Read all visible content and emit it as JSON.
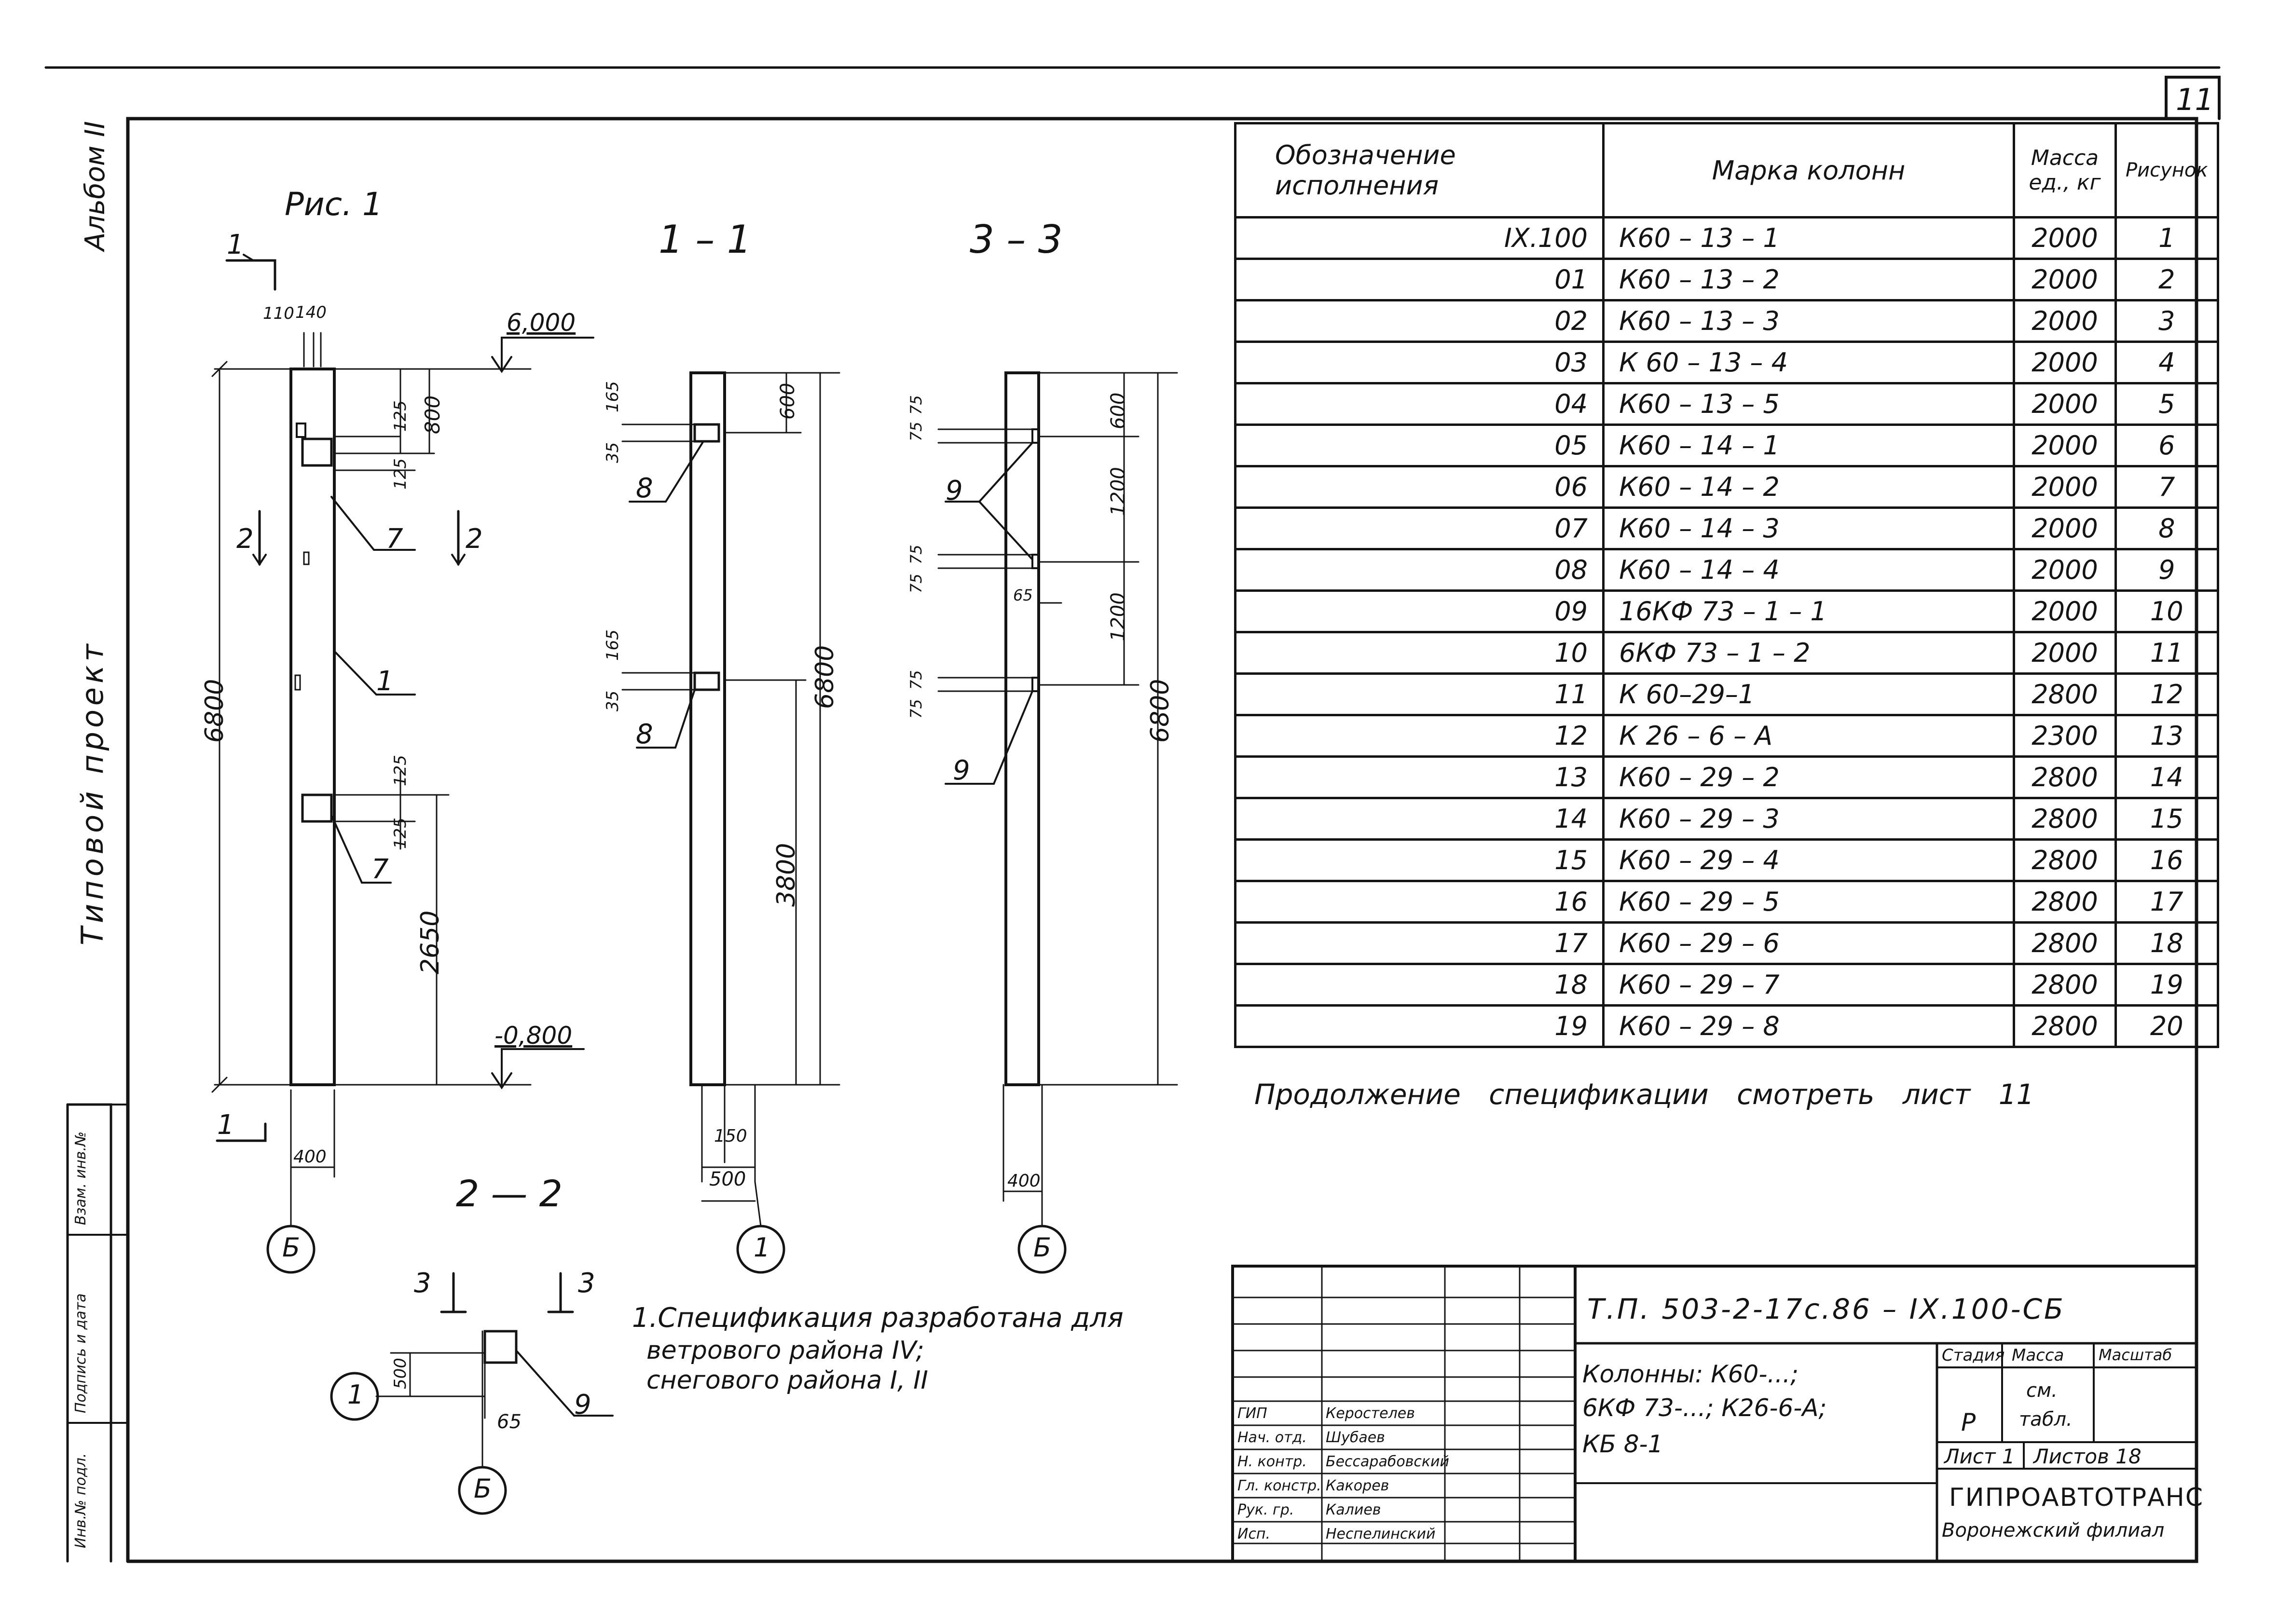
{
  "sheet": {
    "sheet_number": "11",
    "album_label": "Альбом II",
    "project_type_label": "Типовой проект",
    "figure_label": "Рис. 1"
  },
  "drawing": {
    "section_titles": [
      "1 – 1",
      "3 – 3",
      "2 — 2"
    ],
    "elevations": {
      "top": "6,000",
      "bottom": "-0,800"
    },
    "dims_main": [
      "110",
      "140",
      "125",
      "800",
      "125",
      "125",
      "125",
      "6800",
      "2650",
      "400"
    ],
    "dims_s11": [
      "165",
      "600",
      "35",
      "165",
      "35",
      "6800",
      "3800",
      "150",
      "500"
    ],
    "dims_s33": [
      "75",
      "75",
      "600",
      "1200",
      "75",
      "75",
      "65",
      "1200",
      "75",
      "75",
      "6800",
      "400"
    ],
    "dims_s22": [
      "500",
      "65"
    ],
    "callouts": [
      "1",
      "2",
      "2",
      "7",
      "7",
      "8",
      "8",
      "9",
      "9",
      "9",
      "1",
      "3",
      "3"
    ],
    "axis_labels": [
      "Б",
      "1",
      "Б",
      "1",
      "Б"
    ]
  },
  "spec_table": {
    "headers": [
      "Обозначение исполнения",
      "Марка колонн",
      "Масса ед., кг",
      "Рисунок"
    ],
    "rows": [
      {
        "designation": "IX.100",
        "mark": "К60 – 13 – 1",
        "mass": "2000",
        "figure": "1"
      },
      {
        "designation": "01",
        "mark": "К60 – 13 – 2",
        "mass": "2000",
        "figure": "2"
      },
      {
        "designation": "02",
        "mark": "К60 – 13 – 3",
        "mass": "2000",
        "figure": "3"
      },
      {
        "designation": "03",
        "mark": "К 60 – 13 – 4",
        "mass": "2000",
        "figure": "4"
      },
      {
        "designation": "04",
        "mark": "К60 – 13 – 5",
        "mass": "2000",
        "figure": "5"
      },
      {
        "designation": "05",
        "mark": "К60 – 14 – 1",
        "mass": "2000",
        "figure": "6"
      },
      {
        "designation": "06",
        "mark": "К60 – 14 – 2",
        "mass": "2000",
        "figure": "7"
      },
      {
        "designation": "07",
        "mark": "К60 – 14 – 3",
        "mass": "2000",
        "figure": "8"
      },
      {
        "designation": "08",
        "mark": "К60 – 14 – 4",
        "mass": "2000",
        "figure": "9"
      },
      {
        "designation": "09",
        "mark": "16КФ 73 – 1 – 1",
        "mass": "2000",
        "figure": "10"
      },
      {
        "designation": "10",
        "mark": "6КФ 73 – 1 – 2",
        "mass": "2000",
        "figure": "11"
      },
      {
        "designation": "11",
        "mark": "К 60–29–1",
        "mass": "2800",
        "figure": "12"
      },
      {
        "designation": "12",
        "mark": "К 26 – 6 – А",
        "mass": "2300",
        "figure": "13"
      },
      {
        "designation": "13",
        "mark": "К60 – 29 – 2",
        "mass": "2800",
        "figure": "14"
      },
      {
        "designation": "14",
        "mark": "К60 – 29 – 3",
        "mass": "2800",
        "figure": "15"
      },
      {
        "designation": "15",
        "mark": "К60 – 29 – 4",
        "mass": "2800",
        "figure": "16"
      },
      {
        "designation": "16",
        "mark": "К60 – 29 – 5",
        "mass": "2800",
        "figure": "17"
      },
      {
        "designation": "17",
        "mark": "К60 – 29 – 6",
        "mass": "2800",
        "figure": "18"
      },
      {
        "designation": "18",
        "mark": "К60 – 29 – 7",
        "mass": "2800",
        "figure": "19"
      },
      {
        "designation": "19",
        "mark": "К60 – 29 – 8",
        "mass": "2800",
        "figure": "20"
      }
    ],
    "continuation_note": "Продолжение спецификации смотреть лист 11"
  },
  "notes": {
    "line1": "1.Спецификация разработана для",
    "line2": "ветрового района IV;",
    "line3": "снегового района I, II"
  },
  "title_block": {
    "code": "Т.П. 503-2-17с.86 – IX.100-СБ",
    "description_lines": [
      "Колонны: К60-...;",
      "6КФ 73-...; К26-6-А;",
      "КБ 8-1"
    ],
    "stage_header": "Стадия",
    "mass_header": "Масса",
    "scale_header": "Масштаб",
    "stage_value": "Р",
    "mass_value_l1": "см.",
    "mass_value_l2": "табл.",
    "sheet_label": "Лист 1",
    "sheets_label": "Листов 18",
    "org_name": "ГИПРОАВТОТРАНС",
    "org_branch": "Воронежский филиал",
    "signatures": [
      {
        "role": "ГИП",
        "name": "Керостелев"
      },
      {
        "role": "Нач. отд.",
        "name": "Шубаев"
      },
      {
        "role": "Н. контр.",
        "name": "Бессарабовский"
      },
      {
        "role": "Гл. констр.",
        "name": "Какорев"
      },
      {
        "role": "Рук. гр.",
        "name": "Калиев"
      },
      {
        "role": "Исп.",
        "name": "Неспелинский"
      }
    ]
  },
  "side_stamp": [
    "Инв.№ подл.",
    "Подпись и дата",
    "Взам. инв.№"
  ]
}
